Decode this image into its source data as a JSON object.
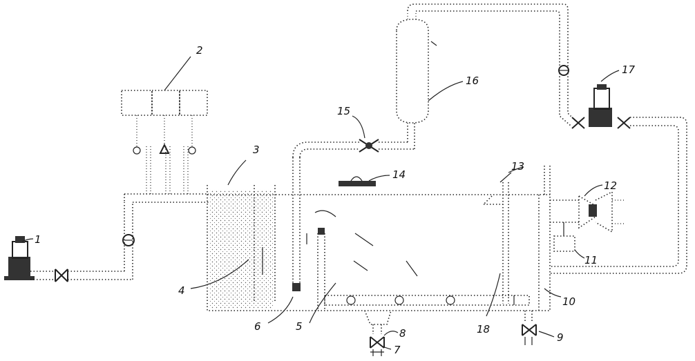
{
  "diagram": {
    "callouts": [
      {
        "key": "c1",
        "text": "1"
      },
      {
        "key": "c2",
        "text": "2"
      },
      {
        "key": "c3",
        "text": "3"
      },
      {
        "key": "c4",
        "text": "4"
      },
      {
        "key": "c5",
        "text": "5"
      },
      {
        "key": "c6",
        "text": "6"
      },
      {
        "key": "c7",
        "text": "7"
      },
      {
        "key": "c8",
        "text": "8"
      },
      {
        "key": "c9",
        "text": "9"
      },
      {
        "key": "c10",
        "text": "10"
      },
      {
        "key": "c11",
        "text": "11"
      },
      {
        "key": "c12",
        "text": "12"
      },
      {
        "key": "c13",
        "text": "13"
      },
      {
        "key": "c14",
        "text": "14"
      },
      {
        "key": "c15",
        "text": "15"
      },
      {
        "key": "c16",
        "text": "16"
      },
      {
        "key": "c17",
        "text": "17"
      },
      {
        "key": "c18",
        "text": "18"
      }
    ],
    "components": {
      "pump_inlet": "pump-icon",
      "pump_return": "pump-icon",
      "tank": "tank",
      "separator_vessel": "vessel",
      "dosing_boxes": "dosing-box",
      "valves": "valve-icon",
      "flowmeters": "flowmeter-icon",
      "fan": "fan-icon"
    }
  }
}
